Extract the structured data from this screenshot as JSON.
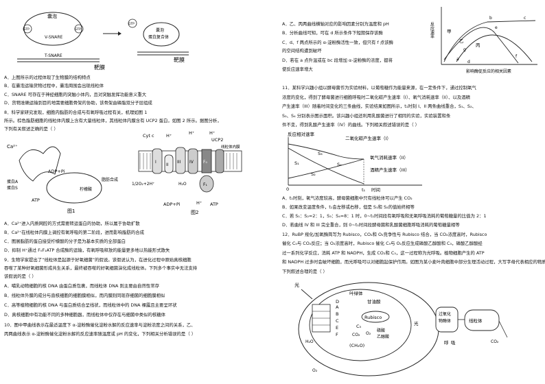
{
  "fig_snare": {
    "vesicle": "囊泡",
    "vsnare": "V-SNARE",
    "tsnare": "T-SNARE",
    "target_membrane": "靶膜",
    "gtp": "GTP",
    "complex_line1": "囊泡",
    "complex_line2": "蛋白复合体"
  },
  "left_lines": [
    "A．上图所示的过程体现了生物膜的结构特点",
    "B．在囊泡运输货物过程中，囊泡周围会出现线粒体",
    "C．SNARE 可存在于神经细胞的突触小体内，且对突触发挥功能意义重大",
    "D．货物准确运输到目的地需要细胞骨架的协助，该骨架由磷脂双分子层组成",
    "8．科学家研究发现，细胞内脂肪的合成与有氧呼吸过程有关，机理如图 1",
    "所示。棕色脂肪细胞的线粒体内膜上含有大量线粒体，其线粒体内膜含有 UCP2 蛋白，如图 2 所示。据图分析，",
    "下列有关叙述正确的是（    ）"
  ],
  "fig1": {
    "ca": "Ca²⁺",
    "protein_a": "蛋白A",
    "protein_s": "蛋白S",
    "adp": "ADP+Pi",
    "atp": "ATP",
    "fat": "脂肪合成",
    "citrate": "柠檬酸",
    "caption": "图1"
  },
  "fig2": {
    "cytc": "Cyt c",
    "h": "H⁺",
    "ucp2": "UCP2",
    "inner": "线粒体内膜",
    "o2": "1/2O₂+2H⁺",
    "h2o": "H₂O",
    "adp": "ADP+Pi",
    "atp": "ATP",
    "caption": "图2",
    "roman": [
      "I",
      "II",
      "III",
      "IV"
    ],
    "f": [
      "F₀",
      "F₁"
    ]
  },
  "left_lines2": [
    "A．Ca²⁺进入内质网腔的方式需要转运蛋白的协助，所以属于协助扩散",
    "B．Ca²⁺在线粒体内膜上调控有氧呼吸的第二阶段，进而影响脂肪的合成",
    "C．图展脂肪的蛋白接受柠檬酸的分子是为基本实质的全部蛋白",
    "D．抑制 H⁺通过 F₀F₁ATP 合成酶的运输，有氧呼吸释放的能量更多地以热能形式散失",
    "9．生物学家提出了“线粒体是起源于好氧细菌”的假说。该假说认为，在进化过程中原始真核细胞",
    "吞噬了某种好氧细菌形成共生关系，最终被吞噬的好氧细菌演化成线粒体。下列多个事实中无法支持",
    "该假说的是（    ）",
    "A．哺乳动物细胞的核 DNA 由蛋白质包裹，而线粒体 DNA 则主要由自然性常存",
    "B．线粒体外膜的成分与直核细胞的细胞膜相似，而内膜则同现存细菌的细胞膜相似",
    "C．高等植物细胞的核 DNA 与蛋白质结合呈线状，而线粒体中的 DNA 裸露且主要呈环状",
    "D．真核细胞中有功能不同的多种细胞器，而线粒体中仅存在与细菌中类似的核糖体",
    "10．图中甲曲线表示在最适温度下 α-淀粉酶催化淀粉水解的反应速率与淀粉浓度之间的关系，乙、",
    "丙两曲线表示 α-淀粉酶催化淀粉水解的反应速率随温度或 pH 的变化，下列相关分析错误的是（    ）"
  ],
  "right_lines1": [
    "A．乙、丙两曲线横轴对应的影响因素分别为温度和 pH",
    "B．分析曲线可知，可在 d 所示条件下短期保存该酶",
    "C．d、f 两点所示的 α-淀粉酶活性一致，但只有 f 点该酶",
    "的空间结构遭到破坏",
    "D．若在 a 点升温或在 bc 段增加 α-淀粉酶的浓度，都将",
    "使反应速率增大",
    "11．某科学兴趣小组以酵母菌作为实验材料，以葡萄糖作为能量来源，在一定条件下，通过控制氧气",
    "浓度的变化，得到了酵母菌进行细胞呼吸时二氧化碳产生速率（I）、氧气消耗速率（II）、以及酒精",
    "产生速率（III）随着时间变化的三条曲线，实验结果如图所示，t₁时刻 I、II 两条曲线重合，S₁、S₂、",
    "S₃、S₄ 分别表示图示面积。该兴趣小组还利用乳酸菌进行了相同的实验，实验装置和条",
    "件不变，得到乳酸产生速率（IV）的曲线。下列相关叙述错误的是（    ）"
  ],
  "fig10": {
    "ylabel": "反应速率",
    "xlabel": "影响酶促反应的相关因素",
    "jia": "甲",
    "yi": "乙",
    "bing": "丙",
    "points": [
      "a",
      "b",
      "c",
      "d",
      "e",
      "f",
      "g"
    ]
  },
  "fig11": {
    "ylabel": "反应相对速率",
    "curve1": "二氧化碳产生速率（I）",
    "curve2": "氧气消耗速率（II）",
    "curve3": "酒精产生速率（III）",
    "s1": "S₁",
    "s2": "S₂",
    "s3": "S₃",
    "s4": "S₄",
    "origin": "0",
    "t1": "t₁",
    "time": "时间"
  },
  "right_lines2": [
    "A．t₁时刻，氧气浓度较高，酵母菌细胞中只有线粒体可以产生 CO₂",
    "B．如果改变温度条件，t₁会左移或右移，但是 S₁和 S₂的值始终相等",
    "C．若 S₁：S₂=2：1，S₃：S₄=8：1 时，0~t₁时间段有氧呼吸和无氧呼吸消耗的葡萄糖量的比值为 2：1",
    "D．若曲线 IV 和 III 完全重合，则 0~t₁时间段酵母菌和乳酸菌细胞呼吸消耗的葡萄糖量相等",
    "12．RuBP 羧化/加氧酶简写为 Rubisco，CO₂和 O₂竞争性与 Rubisco 结合，当 CO₂浓度高时，Rubisco",
    "催化 C₅与 CO₂反应；当 O₂浓度高时，Rubisco 催化 C₅与 O₂反应生成磷酸乙醇酸和 C₃，磷酸乙醇酸经",
    "过一系列化学反应，消耗 ATP 和 NADPH，生成 CO₂和 C₃，这一过程称为光呼吸。植物细胞产生的 ATP",
    "和 NADPH 过多时会破坏细胞，而光呼吸可以对细胞起保护作用。如图为某小麦叶肉细胞中部分生理活动过程，大写字母代表相应的物质。",
    "下列叙述合理的是（    ）"
  ],
  "fig12": {
    "light": "光",
    "chloroplast": "叶绿体",
    "glycolate": "甘油酸",
    "rubisco": "Rubisco",
    "c5": "C₅",
    "co2": "CO₂",
    "o2": "O₂",
    "phospho": "磷酸",
    "ethanol": "乙醇酸",
    "ch2o": "(CH₂O)",
    "h2o": "H₂O",
    "perox_line1": "过氧化",
    "perox_line2": "物酶体",
    "mito": "线粒体",
    "respire": "呼",
    "suck": "吸",
    "co2b": "CO₂",
    "letters": [
      "A",
      "B",
      "C",
      "D",
      "E",
      "F"
    ]
  }
}
